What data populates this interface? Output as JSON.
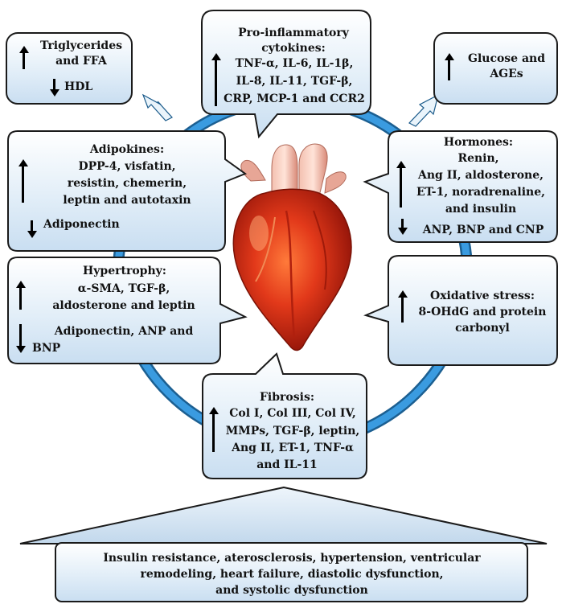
{
  "boxes": {
    "lipids": {
      "up": "Triglycerides and FFA",
      "down": "HDL"
    },
    "cytokines": {
      "title": "Pro-inflammatory cytokines:",
      "line1": "TNF-α, IL-6, IL-1β,",
      "line2": "IL-8, IL-11, TGF-β,",
      "line3": "CRP, MCP-1 and CCR2"
    },
    "glucose": {
      "text": "Glucose and AGEs"
    },
    "adipokines": {
      "title": "Adipokines:",
      "line1": "DPP-4, visfatin,",
      "line2": "resistin, chemerin,",
      "line3": "leptin and autotaxin",
      "down": "Adiponectin"
    },
    "hormones": {
      "title": "Hormones:",
      "line1": "Renin,",
      "line2": "Ang II, aldosterone,",
      "line3": "ET-1, noradrenaline,",
      "line4": "and insulin",
      "down": "ANP, BNP and CNP"
    },
    "hypertrophy": {
      "title": "Hypertrophy:",
      "line1": "α-SMA, TGF-β,",
      "line2": "aldosterone and leptin",
      "down1": "Adiponectin, ANP and",
      "down2": "BNP"
    },
    "oxidative": {
      "title": "Oxidative stress:",
      "line1": "8-OHdG and protein",
      "line2": "carbonyl"
    },
    "fibrosis": {
      "title": "Fibrosis:",
      "line1": "Col I, Col III, Col IV,",
      "line2": "MMPs, TGF-β, leptin,",
      "line3": "Ang II, ET-1, TNF-α",
      "line4": "and IL-11"
    },
    "outcome": {
      "line1": "Insulin resistance, aterosclerosis, hypertension, ventricular",
      "line2": "remodeling, heart failure, diastolic dysfunction,",
      "line3": "and systolic dysfunction"
    }
  },
  "colors": {
    "box_fill": "#d7e8f6",
    "box_stroke": "#1a1a1a",
    "ring": "#2f8fd0",
    "ring_dark": "#1c5f91"
  },
  "icons": {
    "center": "heart-illustration",
    "up": "arrow-up-icon",
    "down": "arrow-down-icon"
  }
}
